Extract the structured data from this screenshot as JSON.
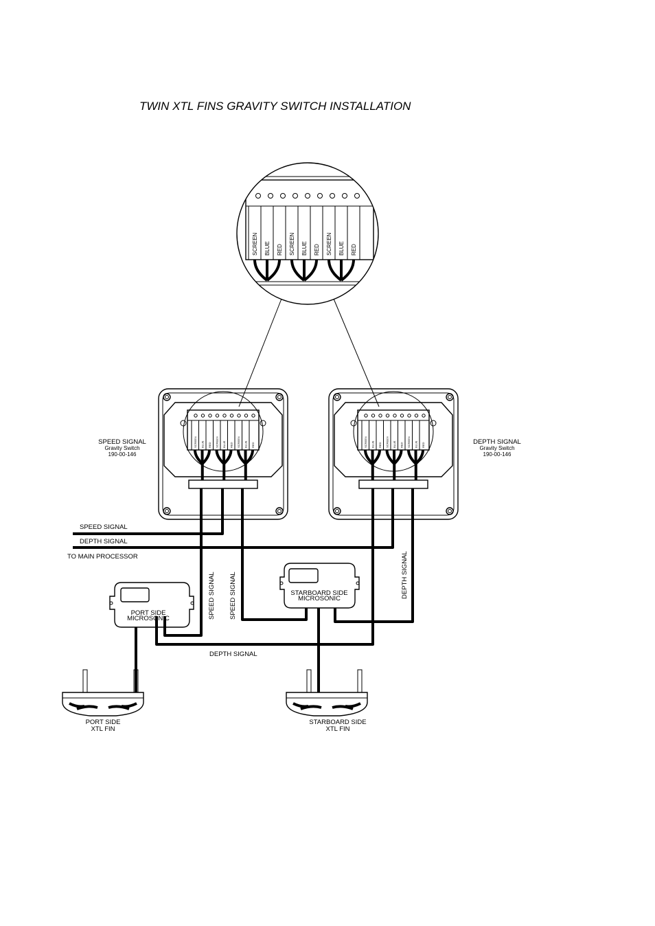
{
  "title": "TWIN XTL FINS GRAVITY SWITCH INSTALLATION",
  "terminal_labels": [
    "SCREEN",
    "BLUE",
    "RED",
    "SCREEN",
    "BLUE",
    "RED",
    "SCREEN",
    "BLUE",
    "RED"
  ],
  "switch_left": {
    "name": "SPEED SIGNAL",
    "sub": "Gravity Switch",
    "part": "190-00-146"
  },
  "switch_right": {
    "name": "DEPTH SIGNAL",
    "sub": "Gravity Switch",
    "part": "190-00-146"
  },
  "cable_labels": {
    "speed_signal": "SPEED SIGNAL",
    "depth_signal": "DEPTH SIGNAL",
    "to_main": "TO MAIN PROCESSOR",
    "speed_vert_1": "SPEED SIGNAL",
    "speed_vert_2": "SPEED SIGNAL",
    "depth_vert": "DEPTH SIGNAL",
    "depth_bottom": "DEPTH SIGNAL"
  },
  "port_microsonic": {
    "line1": "PORT SIDE",
    "line2": "MICROSONIC"
  },
  "starboard_microsonic": {
    "line1": "STARBOARD SIDE",
    "line2": "MICROSONIC"
  },
  "port_fin": {
    "line1": "PORT SIDE",
    "line2": "XTL FIN"
  },
  "starboard_fin": {
    "line1": "STARBOARD SIDE",
    "line2": "XTL FIN"
  }
}
